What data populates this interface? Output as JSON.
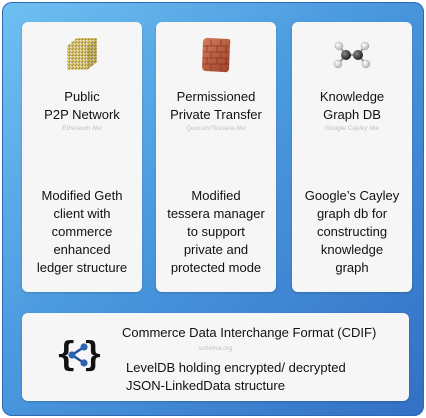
{
  "columns": [
    {
      "icon": "cube-network-icon",
      "title": "Public\nP2P Network",
      "subtitle": "Ethereum like",
      "description": "Modified Geth\nclient with\ncommerce\nenhanced\nledger structure"
    },
    {
      "icon": "brick-wall-icon",
      "title": "Permissioned\nPrivate Transfer",
      "subtitle": "Quorum/Tessera like",
      "description": "Modified\ntessera manager\nto support\nprivate and\nprotected mode"
    },
    {
      "icon": "molecule-graph-icon",
      "title": "Knowledge\nGraph DB",
      "subtitle": "Google Cayley like",
      "description": "Google’s Cayley\ngraph db for\nconstructing\nknowledge\ngraph"
    }
  ],
  "cdif": {
    "icon": "json-ld-icon",
    "title": "Commerce Data Interchange Format (CDIF)",
    "subtitle": "schema.org",
    "description": "LevelDB holding encrypted/ decrypted\nJSON-LinkedData structure"
  },
  "colors": {
    "frame_start": "#6fc0f2",
    "frame_end": "#3370c4",
    "card": "#f6f6f6"
  }
}
